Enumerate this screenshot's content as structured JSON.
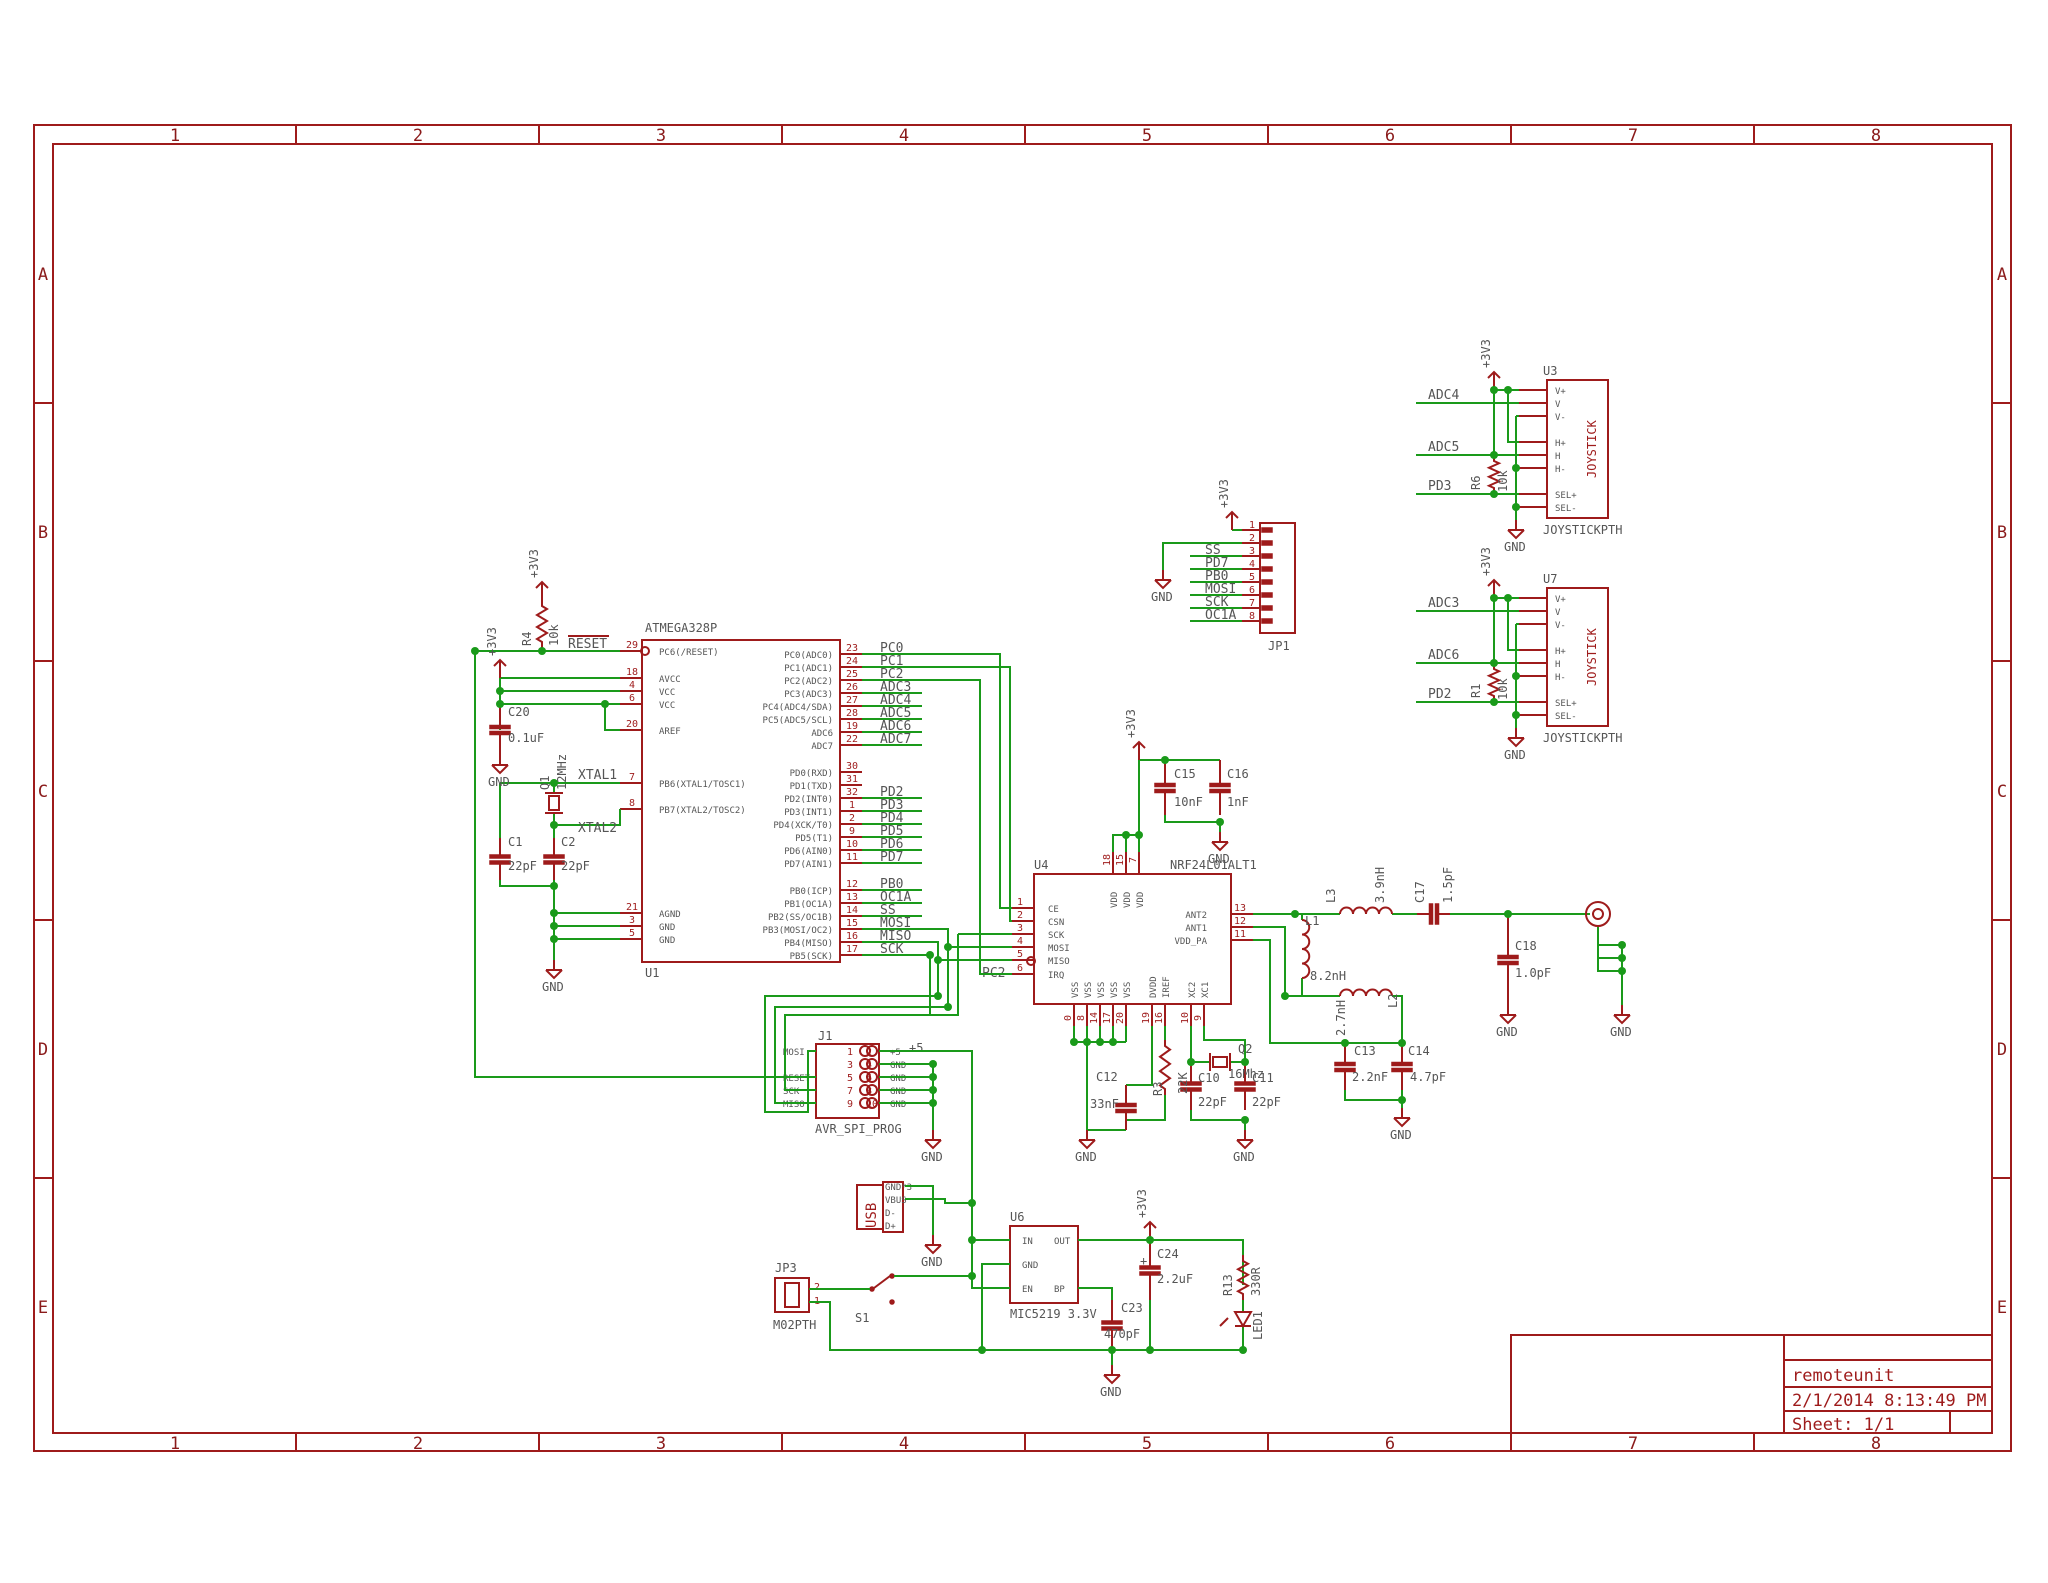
{
  "frame": {
    "columns": [
      "1",
      "2",
      "3",
      "4",
      "5",
      "6",
      "7",
      "8"
    ],
    "rows": [
      "A",
      "B",
      "C",
      "D",
      "E"
    ]
  },
  "title_block": {
    "name": "remoteunit",
    "date": "2/1/2014 8:13:49 PM",
    "sheet": "Sheet: 1/1"
  },
  "u1": {
    "ref": "U1",
    "part": "ATMEGA328P",
    "left_pins": [
      {
        "num": "29",
        "name": "PC6(/RESET)",
        "net": "RESET"
      },
      {
        "num": "18",
        "name": "AVCC"
      },
      {
        "num": "4",
        "name": "VCC"
      },
      {
        "num": "6",
        "name": "VCC"
      },
      {
        "num": "20",
        "name": "AREF"
      },
      {
        "num": "7",
        "name": "PB6(XTAL1/TOSC1)",
        "net": "XTAL1"
      },
      {
        "num": "8",
        "name": "PB7(XTAL2/TOSC2)",
        "net": "XTAL2"
      },
      {
        "num": "21",
        "name": "AGND"
      },
      {
        "num": "3",
        "name": "GND"
      },
      {
        "num": "5",
        "name": "GND"
      }
    ],
    "right_pins": [
      {
        "num": "23",
        "name": "PC0(ADC0)",
        "net": "PC0"
      },
      {
        "num": "24",
        "name": "PC1(ADC1)",
        "net": "PC1"
      },
      {
        "num": "25",
        "name": "PC2(ADC2)",
        "net": "PC2"
      },
      {
        "num": "26",
        "name": "PC3(ADC3)",
        "net": "ADC3"
      },
      {
        "num": "27",
        "name": "PC4(ADC4/SDA)",
        "net": "ADC4"
      },
      {
        "num": "28",
        "name": "PC5(ADC5/SCL)",
        "net": "ADC5"
      },
      {
        "num": "19",
        "name": "ADC6",
        "net": "ADC6"
      },
      {
        "num": "22",
        "name": "ADC7",
        "net": "ADC7"
      },
      {
        "num": "30",
        "name": "PD0(RXD)"
      },
      {
        "num": "31",
        "name": "PD1(TXD)"
      },
      {
        "num": "32",
        "name": "PD2(INT0)",
        "net": "PD2"
      },
      {
        "num": "1",
        "name": "PD3(INT1)",
        "net": "PD3"
      },
      {
        "num": "2",
        "name": "PD4(XCK/T0)",
        "net": "PD4"
      },
      {
        "num": "9",
        "name": "PD5(T1)",
        "net": "PD5"
      },
      {
        "num": "10",
        "name": "PD6(AIN0)",
        "net": "PD6"
      },
      {
        "num": "11",
        "name": "PD7(AIN1)",
        "net": "PD7"
      },
      {
        "num": "12",
        "name": "PB0(ICP)",
        "net": "PB0"
      },
      {
        "num": "13",
        "name": "PB1(OC1A)",
        "net": "OC1A"
      },
      {
        "num": "14",
        "name": "PB2(SS/OC1B)",
        "net": "SS"
      },
      {
        "num": "15",
        "name": "PB3(MOSI/OC2)",
        "net": "MOSI"
      },
      {
        "num": "16",
        "name": "PB4(MISO)",
        "net": "MISO"
      },
      {
        "num": "17",
        "name": "PB5(SCK)",
        "net": "SCK"
      }
    ]
  },
  "u4": {
    "ref": "U4",
    "part": "NRF24L01ALT1",
    "left_pins": [
      {
        "num": "1",
        "name": "CE"
      },
      {
        "num": "2",
        "name": "CSN"
      },
      {
        "num": "3",
        "name": "SCK"
      },
      {
        "num": "4",
        "name": "MOSI"
      },
      {
        "num": "5",
        "name": "MISO"
      },
      {
        "num": "6",
        "name": "IRQ"
      }
    ],
    "right_pins": [
      {
        "num": "13",
        "name": "ANT2"
      },
      {
        "num": "12",
        "name": "ANT1"
      },
      {
        "num": "11",
        "name": "VDD_PA"
      }
    ],
    "top_pins": [
      {
        "num": "18",
        "name": "VDD"
      },
      {
        "num": "15",
        "name": "VDD"
      },
      {
        "num": "7",
        "name": "VDD"
      }
    ],
    "bottom_pins": [
      {
        "num": "0",
        "name": "VSS"
      },
      {
        "num": "8",
        "name": "VSS"
      },
      {
        "num": "14",
        "name": "VSS"
      },
      {
        "num": "17",
        "name": "VSS"
      },
      {
        "num": "20",
        "name": "VSS"
      },
      {
        "num": "19",
        "name": "DVDD"
      },
      {
        "num": "16",
        "name": "IREF"
      },
      {
        "num": "10",
        "name": "XC2"
      },
      {
        "num": "9",
        "name": "XC1"
      }
    ],
    "irq_net": "PC2"
  },
  "joysticks": [
    {
      "ref": "U3",
      "part": "JOYSTICKPTH",
      "body": "JOYSTICK",
      "pins": [
        "V+",
        "V",
        "V-",
        "H+",
        "H",
        "H-",
        "SEL+",
        "SEL-"
      ],
      "nets": [
        "ADC4",
        "ADC5",
        "PD3"
      ],
      "resistor": {
        "ref": "R6",
        "value": "10k"
      }
    },
    {
      "ref": "U7",
      "part": "JOYSTICKPTH",
      "body": "JOYSTICK",
      "pins": [
        "V+",
        "V",
        "V-",
        "H+",
        "H",
        "H-",
        "SEL+",
        "SEL-"
      ],
      "nets": [
        "ADC3",
        "ADC6",
        "PD2"
      ],
      "resistor": {
        "ref": "R1",
        "value": "10k"
      }
    }
  ],
  "jp1": {
    "ref": "JP1",
    "pin_numbers": [
      "1",
      "2",
      "3",
      "4",
      "5",
      "6",
      "7",
      "8"
    ],
    "nets": [
      "SS",
      "PD7",
      "PB0",
      "MOSI",
      "SCK",
      "OC1A"
    ]
  },
  "j1": {
    "ref": "J1",
    "part": "AVR_SPI_PROG",
    "left_pins": [
      "1",
      "3",
      "5",
      "7",
      "9"
    ],
    "right_pins": [
      "2",
      "4",
      "6",
      "8",
      "10"
    ],
    "left_labels": [
      "MOSI",
      "",
      "RESET",
      "SCK",
      "MISO"
    ],
    "right_labels": [
      "+5",
      "GND",
      "GND",
      "GND",
      "GND"
    ],
    "supply": "+5"
  },
  "usb": {
    "label": "USB",
    "pins": [
      "GND*3",
      "VBUS",
      "D-",
      "D+"
    ]
  },
  "u6": {
    "ref": "U6",
    "part": "MIC5219 3.3V",
    "pins": [
      "IN",
      "OUT",
      "GND",
      "EN",
      "BP"
    ]
  },
  "jp3": {
    "ref": "JP3",
    "part": "M02PTH",
    "pins": [
      "2",
      "1"
    ]
  },
  "s1": {
    "ref": "S1"
  },
  "passives": [
    {
      "ref": "R4",
      "value": "10k"
    },
    {
      "ref": "C20",
      "value": "0.1uF"
    },
    {
      "ref": "Q1",
      "value": "12MHz"
    },
    {
      "ref": "C1",
      "value": "22pF"
    },
    {
      "ref": "C2",
      "value": "22pF"
    },
    {
      "ref": "C15",
      "value": "10nF"
    },
    {
      "ref": "C16",
      "value": "1nF"
    },
    {
      "ref": "L1",
      "value": "8.2nH"
    },
    {
      "ref": "L3",
      "value": "3.9nH"
    },
    {
      "ref": "C17",
      "value": "1.5pF"
    },
    {
      "ref": "C18",
      "value": "1.0pF"
    },
    {
      "ref": "L2",
      "value": "2.7nH"
    },
    {
      "ref": "C13",
      "value": "2.2nF"
    },
    {
      "ref": "C14",
      "value": "4.7pF"
    },
    {
      "ref": "C12",
      "value": "33nF"
    },
    {
      "ref": "R3",
      "value": "22K"
    },
    {
      "ref": "Q2",
      "value": "16Mhz"
    },
    {
      "ref": "C10",
      "value": "22pF"
    },
    {
      "ref": "C11",
      "value": "22pF"
    },
    {
      "ref": "C24",
      "value": "2.2uF"
    },
    {
      "ref": "C23",
      "value": "470pF"
    },
    {
      "ref": "R13",
      "value": "330R"
    },
    {
      "ref": "LED1",
      "value": ""
    }
  ],
  "supply": {
    "v33": "+3V3",
    "gnd": "GND"
  }
}
